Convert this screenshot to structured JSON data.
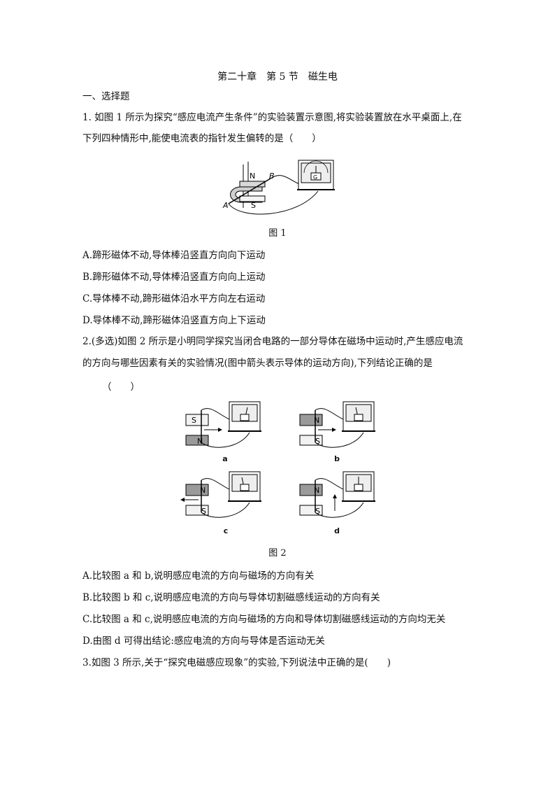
{
  "title": "第二十章　第 5 节　磁生电",
  "section": "一、选择题",
  "q1": {
    "stem_line1": "1.  如图 1 所示为探究“感应电流产生条件”的实验装置示意图,将实验装置放在水平桌面上,在",
    "stem_line2": "下列四种情形中,能使电流表的指针发生偏转的是（　　）",
    "figure_caption": "图 1",
    "figure_labels": {
      "n": "N",
      "s": "S",
      "a": "A",
      "b": "B"
    },
    "options": [
      "A.蹄形磁体不动,导体棒沿竖直方向向下运动",
      "B.蹄形磁体不动,导体棒沿竖直方向向上运动",
      "C.导体棒不动,蹄形磁体沿水平方向左右运动",
      "D.导体棒不动,蹄形磁体沿竖直方向上下运动"
    ]
  },
  "q2": {
    "stem_line1": "2.(多选)如图 2 所示是小明同学探究当闭合电路的一部分导体在磁场中运动时,产生感应电流",
    "stem_line2": "的方向与哪些因素有关的实验情况(图中箭头表示导体的运动方向),下列结论正确的是",
    "stem_line3": "（　　）",
    "figure_caption": "图 2",
    "sub_labels": [
      "a",
      "b",
      "c",
      "d"
    ],
    "pole_labels": {
      "a": {
        "top": "S",
        "bottom": "N"
      },
      "b": {
        "top": "N",
        "bottom": "S"
      },
      "c": {
        "top": "N",
        "bottom": "S"
      },
      "d": {
        "top": "N",
        "bottom": "S"
      }
    },
    "options": [
      "A.比较图 a 和 b,说明感应电流的方向与磁场的方向有关",
      "B.比较图 b 和 c,说明感应电流的方向与导体切割磁感线运动的方向有关",
      "C.比较图 a 和 c,说明感应电流的方向与磁场的方向和导体切割磁感线运动的方向均无关",
      "D.由图 d 可得出结论:感应电流的方向与导体是否运动无关"
    ]
  },
  "q3": {
    "stem_line1": "3.如图 3 所示,关于“探究电磁感应现象”的实验,下列说法中正确的是(　　)"
  },
  "meter_label": "G"
}
